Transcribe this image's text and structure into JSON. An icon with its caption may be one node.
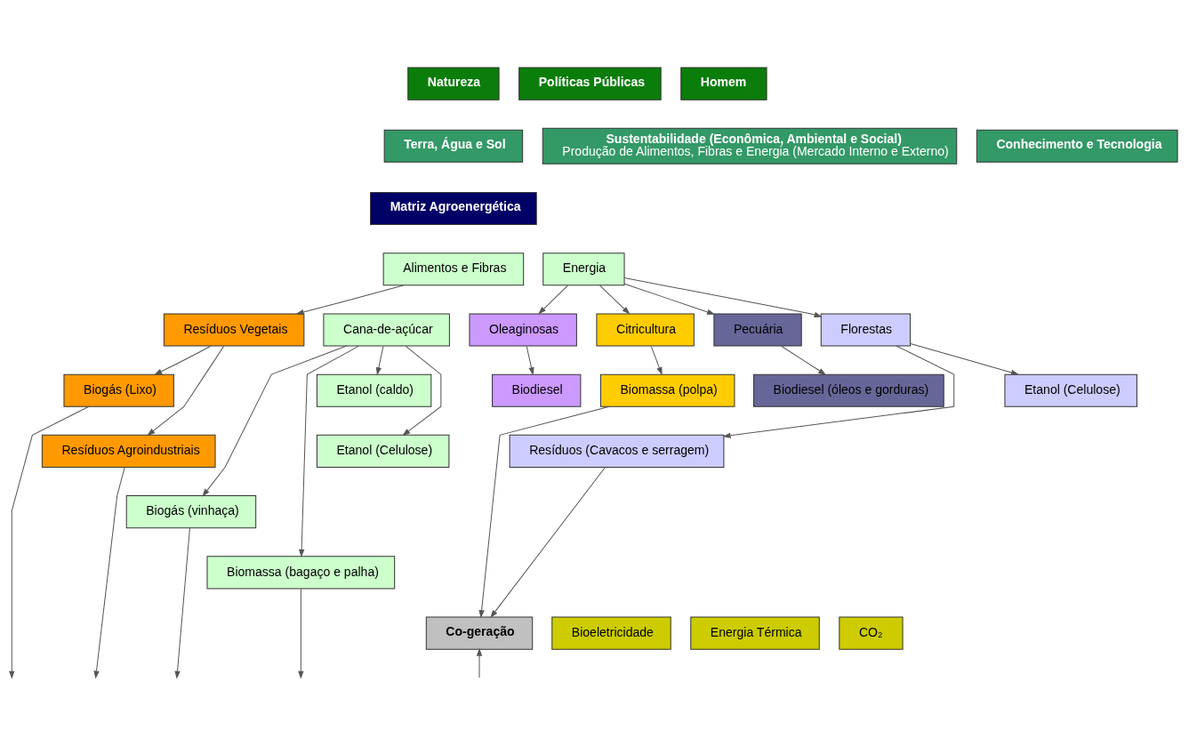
{
  "diagram": {
    "nodes": [
      {
        "text": [
          "Natureza"
        ]
      },
      {
        "text": [
          "Políticas Públicas"
        ]
      },
      {
        "text": [
          "Homem"
        ]
      },
      {
        "text": [
          "Terra, Água e Sol"
        ]
      },
      {
        "text": [
          "Sustentabilidade (Econômica, Ambiental e Social)",
          "Produção de Alimentos, Fibras e Energia (Mercado Interno e Externo)"
        ]
      },
      {
        "text": [
          "Conhecimento e Tecnologia"
        ]
      },
      {
        "text": [
          "Matriz Agroenergética"
        ]
      },
      {
        "text": [
          "Alimentos e Fibras"
        ]
      },
      {
        "text": [
          "Energia"
        ]
      },
      {
        "text": [
          "Resíduos Vegetais"
        ]
      },
      {
        "text": [
          "Cana-de-açúcar"
        ]
      },
      {
        "text": [
          "Oleaginosas"
        ]
      },
      {
        "text": [
          "Citricultura"
        ]
      },
      {
        "text": [
          "Pecuária"
        ]
      },
      {
        "text": [
          "Florestas"
        ]
      },
      {
        "text": [
          "Biogás (Lixo)"
        ]
      },
      {
        "text": [
          "Etanol (caldo)"
        ]
      },
      {
        "text": [
          "Biodiesel"
        ]
      },
      {
        "text": [
          "Biomassa (polpa)"
        ]
      },
      {
        "text": [
          "Biodiesel (óleos e gorduras)"
        ]
      },
      {
        "text": [
          "Etanol (Celulose)"
        ]
      },
      {
        "text": [
          "Etanol (Celulose)"
        ]
      },
      {
        "text": [
          "Resíduos Agroindustriais"
        ]
      },
      {
        "text": [
          "Resíduos (Cavacos e serragem)"
        ]
      },
      {
        "text": [
          "Biogás (vinhaça)"
        ]
      },
      {
        "text": [
          "Biomassa (bagaço e palha)"
        ]
      },
      {
        "text": [
          "Co-geração"
        ]
      },
      {
        "text": [
          "Bioeletricidade"
        ]
      },
      {
        "text": [
          "Energia Térmica"
        ]
      },
      {
        "text": [
          "CO₂"
        ]
      }
    ],
    "edges": [
      {
        "from": 7,
        "to": 9,
        "arrow": "to"
      },
      {
        "from": 8,
        "to": 11,
        "arrow": "to"
      },
      {
        "from": 8,
        "to": 12,
        "arrow": "to"
      },
      {
        "from": 8,
        "to": 13,
        "arrow": "to"
      },
      {
        "from": 8,
        "to": 14,
        "arrow": "to"
      },
      {
        "from": 9,
        "to": 15,
        "arrow": "to"
      },
      {
        "from": 9,
        "to": 22,
        "arrow": "to"
      },
      {
        "from": 10,
        "to": 16,
        "arrow": "to"
      },
      {
        "from": 10,
        "to": 21,
        "arrow": "to"
      },
      {
        "from": 10,
        "to": 24,
        "arrow": "to"
      },
      {
        "from": 10,
        "to": 25,
        "arrow": "to"
      },
      {
        "from": 11,
        "to": 17,
        "arrow": "to"
      },
      {
        "from": 12,
        "to": 18,
        "arrow": "to"
      },
      {
        "from": 13,
        "to": 19,
        "arrow": "to"
      },
      {
        "from": 14,
        "to": 20,
        "arrow": "to"
      },
      {
        "from": 14,
        "to": 23,
        "arrow": "to"
      },
      {
        "from": 15,
        "to": null,
        "arrow": "to"
      },
      {
        "from": 22,
        "to": null,
        "arrow": "to"
      },
      {
        "from": 24,
        "to": null,
        "arrow": "to"
      },
      {
        "from": 25,
        "to": null,
        "arrow": "to"
      },
      {
        "from": 18,
        "to": 26,
        "arrow": "to"
      },
      {
        "from": 23,
        "to": 26,
        "arrow": "to"
      },
      {
        "from": null,
        "to": 26,
        "arrow": "to"
      }
    ]
  }
}
